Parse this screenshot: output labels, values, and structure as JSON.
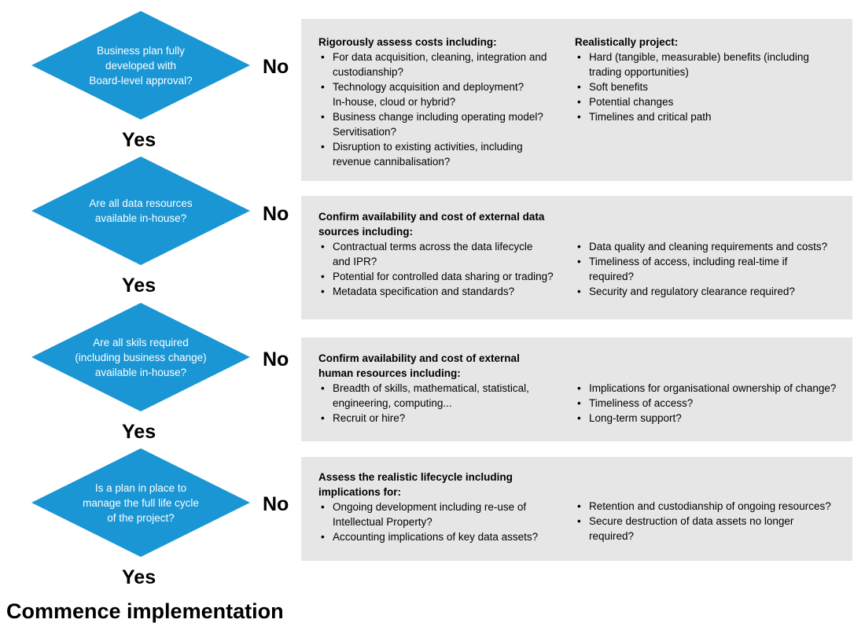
{
  "colors": {
    "diamond_fill": "#1a96d4",
    "panel_bg": "#e6e6e6",
    "text": "#000000"
  },
  "steps": [
    {
      "question": [
        "Business plan fully",
        "developed with",
        "Board-level approval?"
      ],
      "no_label": "No",
      "yes_label": "Yes",
      "panel": {
        "left": {
          "heading": [
            "Rigorously assess costs including:"
          ],
          "items": [
            [
              "For data acquisition, cleaning, integration and",
              "custodianship?"
            ],
            [
              "Technology acquisition and deployment?",
              "In-house, cloud or hybrid?"
            ],
            [
              "Business change including operating model?",
              "Servitisation?"
            ],
            [
              "Disruption to existing activities, including",
              "revenue cannibalisation?"
            ]
          ]
        },
        "right": {
          "heading": [
            "Realistically project:"
          ],
          "items": [
            [
              "Hard (tangible, measurable) benefits (including",
              "trading opportunities)"
            ],
            [
              "Soft benefits"
            ],
            [
              "Potential changes"
            ],
            [
              "Timelines and critical path"
            ]
          ]
        }
      }
    },
    {
      "question": [
        "Are all data resources",
        "available in-house?"
      ],
      "no_label": "No",
      "yes_label": "Yes",
      "panel": {
        "left": {
          "heading": [
            "Confirm availability and cost of external data",
            "sources including:"
          ],
          "items": [
            [
              "Contractual terms across the data lifecycle",
              "and IPR?"
            ],
            [
              "Potential for controlled data sharing or trading?"
            ],
            [
              "Metadata specification and standards?"
            ]
          ]
        },
        "right": {
          "heading": [],
          "items": [
            [
              "Data quality and cleaning requirements and costs?"
            ],
            [
              "Timeliness of access, including real-time if",
              "required?"
            ],
            [
              "Security and regulatory clearance required?"
            ]
          ]
        }
      }
    },
    {
      "question": [
        "Are all skils required",
        "(including business change)",
        "available in-house?"
      ],
      "no_label": "No",
      "yes_label": "Yes",
      "panel": {
        "left": {
          "heading": [
            "Confirm availability and cost of external",
            "human resources including:"
          ],
          "items": [
            [
              "Breadth of skills, mathematical, statistical,",
              "engineering, computing..."
            ],
            [
              "Recruit or hire?"
            ]
          ]
        },
        "right": {
          "heading": [],
          "items": [
            [
              "Implications for organisational ownership of change?"
            ],
            [
              "Timeliness of access?"
            ],
            [
              "Long-term support?"
            ]
          ]
        }
      }
    },
    {
      "question": [
        "Is a plan in place to",
        "manage the full life cycle",
        "of the project?"
      ],
      "no_label": "No",
      "yes_label": "Yes",
      "panel": {
        "left": {
          "heading": [
            "Assess the realistic lifecycle including",
            "implications for:"
          ],
          "items": [
            [
              "Ongoing development including re-use of",
              "Intellectual Property?"
            ],
            [
              "Accounting implications of key data assets?"
            ]
          ]
        },
        "right": {
          "heading": [],
          "items": [
            [
              "Retention and custodianship of ongoing resources?"
            ],
            [
              "Secure destruction of data assets no longer",
              "required?"
            ]
          ]
        }
      }
    }
  ],
  "final_label": "Commence implementation"
}
